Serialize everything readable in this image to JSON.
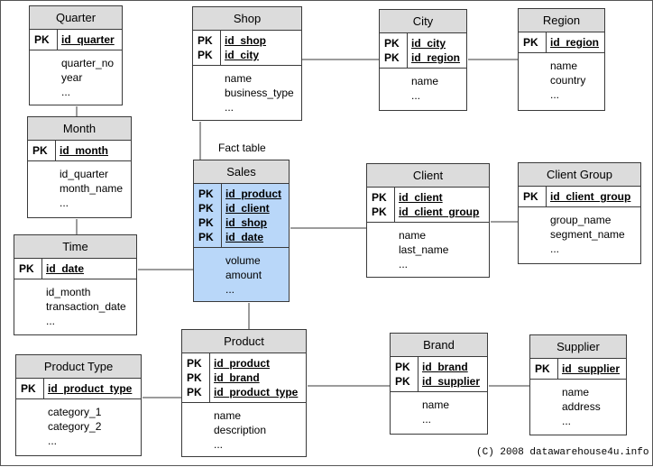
{
  "pk_label": "PK",
  "ellipsis": "...",
  "fact_label": "Fact table",
  "copyright": "(C) 2008 datawarehouse4u.info",
  "colors": {
    "fact_fill": "#b9d7f9",
    "header_fill": "#dcdcdc",
    "border": "#3a3a3a"
  },
  "entities": {
    "quarter": {
      "title": "Quarter",
      "keys": [
        "id_quarter"
      ],
      "attrs": [
        "quarter_no",
        "year",
        "..."
      ]
    },
    "month": {
      "title": "Month",
      "keys": [
        "id_month"
      ],
      "attrs": [
        "id_quarter",
        "month_name",
        "..."
      ]
    },
    "time": {
      "title": "Time",
      "keys": [
        "id_date"
      ],
      "attrs": [
        "id_month",
        "transaction_date",
        "..."
      ]
    },
    "shop": {
      "title": "Shop",
      "keys": [
        "id_shop",
        "id_city"
      ],
      "attrs": [
        "name",
        "business_type",
        "..."
      ]
    },
    "city": {
      "title": "City",
      "keys": [
        "id_city",
        "id_region"
      ],
      "attrs": [
        "name",
        "..."
      ]
    },
    "region": {
      "title": "Region",
      "keys": [
        "id_region"
      ],
      "attrs": [
        "name",
        "country",
        "..."
      ]
    },
    "sales": {
      "title": "Sales",
      "keys": [
        "id_product",
        "id_client",
        "id_shop",
        "id_date"
      ],
      "attrs": [
        "volume",
        "amount",
        "..."
      ]
    },
    "client": {
      "title": "Client",
      "keys": [
        "id_client",
        "id_client_group"
      ],
      "attrs": [
        "name",
        "last_name",
        "..."
      ]
    },
    "client_group": {
      "title": "Client Group",
      "keys": [
        "id_client_group"
      ],
      "attrs": [
        "group_name",
        "segment_name",
        "..."
      ]
    },
    "product": {
      "title": "Product",
      "keys": [
        "id_product",
        "id_brand",
        "id_product_type"
      ],
      "attrs": [
        "name",
        "description",
        "..."
      ]
    },
    "product_type": {
      "title": "Product Type",
      "keys": [
        "id_product_type"
      ],
      "attrs": [
        "category_1",
        "category_2",
        "..."
      ]
    },
    "brand": {
      "title": "Brand",
      "keys": [
        "id_brand",
        "id_supplier"
      ],
      "attrs": [
        "name",
        "..."
      ]
    },
    "supplier": {
      "title": "Supplier",
      "keys": [
        "id_supplier"
      ],
      "attrs": [
        "name",
        "address",
        "..."
      ]
    }
  }
}
